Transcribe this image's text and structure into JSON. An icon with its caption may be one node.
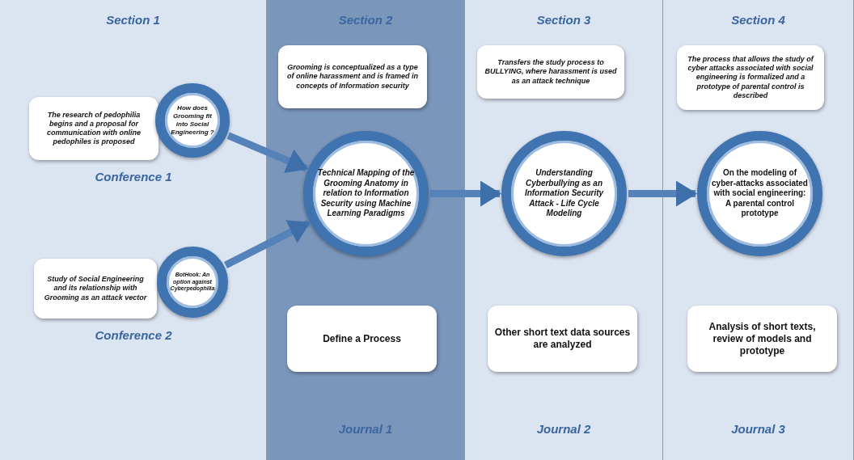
{
  "diagram": {
    "nodes": [
      {
        "text": [
          "Section 1"
        ]
      },
      {
        "text": [
          "The research of pedophilia begins and a proposal for communication with online pedophiles is proposed"
        ],
        "in": 0
      },
      {
        "text": [
          "How does Grooming fit into Social Engineering ?"
        ],
        "in": 0
      },
      {
        "text": [
          "Study of Social Engineering and its relationship with Grooming as an attack vector"
        ],
        "in": 0
      },
      {
        "text": [
          "BotHook: An option against Cyberpedophilia"
        ],
        "in": 0
      },
      {
        "text": [
          "Section 2",
          "Journal 1"
        ]
      },
      {
        "text": [
          "Grooming is conceptualized as a type of online harassment and is framed in concepts of Information security"
        ],
        "in": 5
      },
      {
        "text": [
          "Technical Mapping of the Grooming Anatomy in relation to Information Security using Machine Learning Paradigms"
        ],
        "in": 5
      },
      {
        "text": [
          "Define a Process"
        ],
        "in": 5
      },
      {
        "text": [
          "Section 3",
          "Journal 2"
        ]
      },
      {
        "text": [
          "Transfers the study process to BULLYING, where harassment is used as an attack technique"
        ],
        "in": 9
      },
      {
        "text": [
          "Understanding Cyberbullying as an Information Security Attack - Life Cycle Modeling"
        ],
        "in": 9
      },
      {
        "text": [
          "Other short text data sources are analyzed"
        ],
        "in": 9
      },
      {
        "text": [
          "Section 4",
          "Journal 3"
        ]
      },
      {
        "text": [
          "The process that allows the study of cyber attacks associated with social engineering is formalized and a prototype of parental control is described"
        ],
        "in": 13
      },
      {
        "text": [
          "On the modeling of cyber-attacks associated with social engineering: A parental control prototype"
        ],
        "in": 13
      },
      {
        "text": [
          "Analysis of short texts, review of models and prototype"
        ],
        "in": 13
      }
    ],
    "edges": [
      {
        "from": 2,
        "to": 7,
        "arrow": "to"
      },
      {
        "from": 4,
        "to": 7,
        "arrow": "to"
      },
      {
        "from": 7,
        "to": 11,
        "arrow": "to"
      },
      {
        "from": 11,
        "to": 15,
        "arrow": "to"
      }
    ],
    "labels": [
      "Conference 1",
      "Conference 2"
    ]
  }
}
